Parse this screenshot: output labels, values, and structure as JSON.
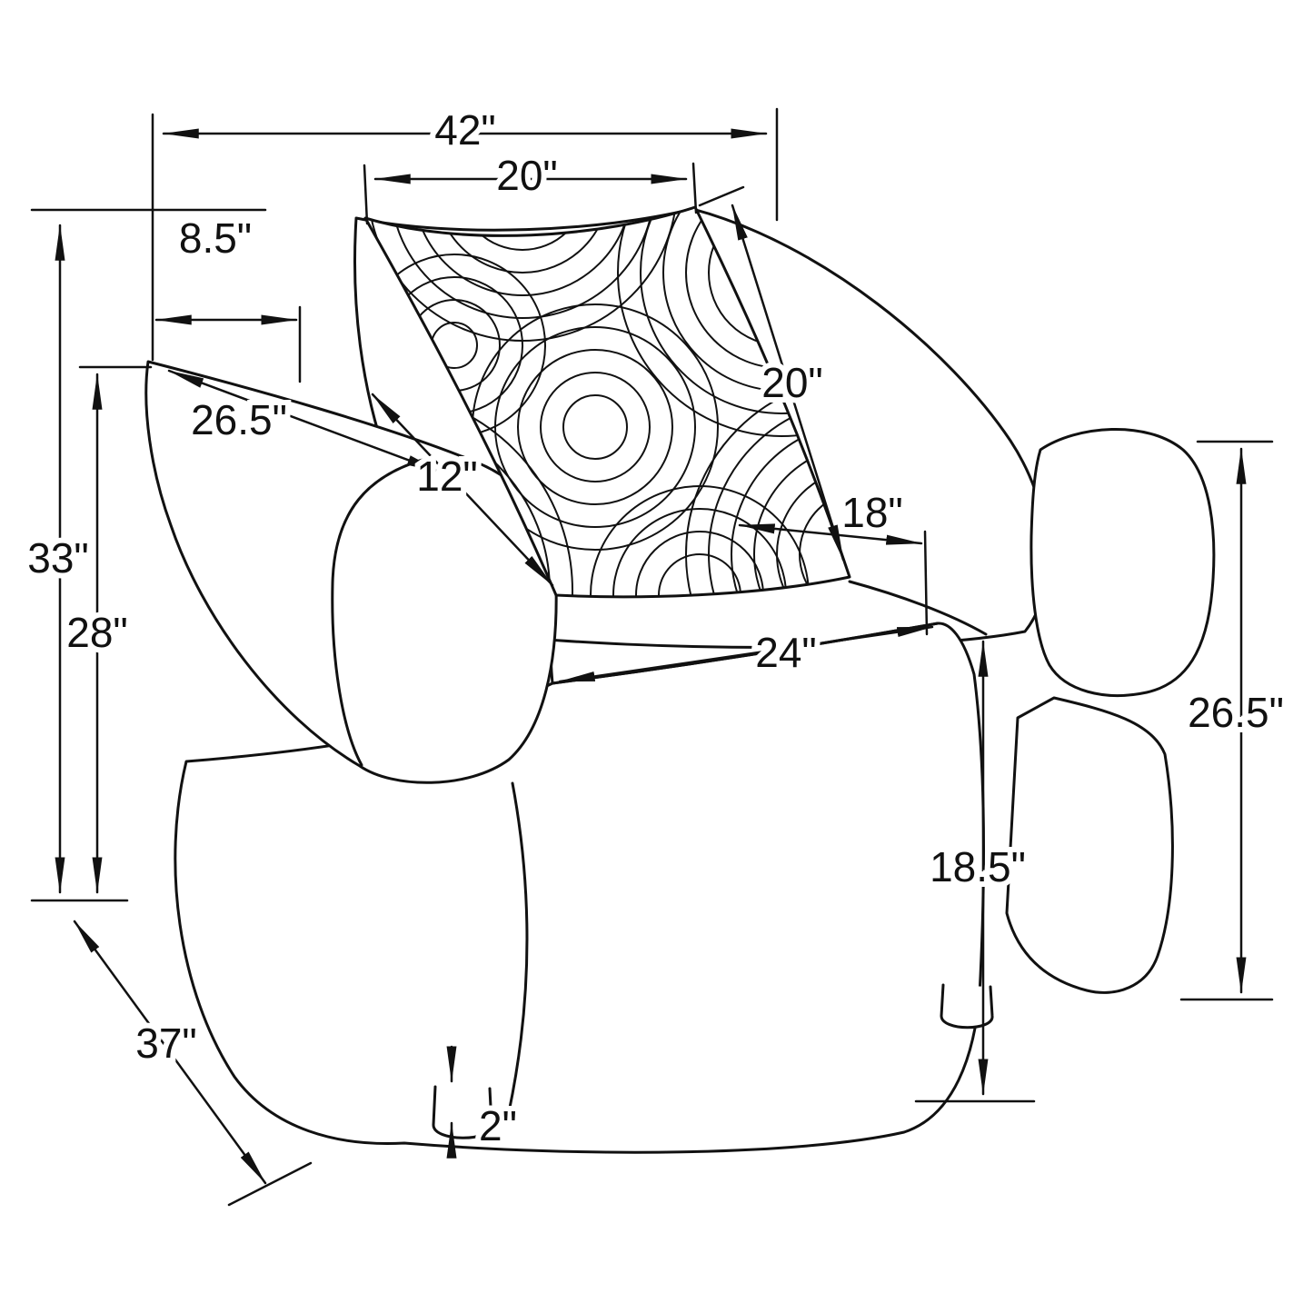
{
  "dimensions": {
    "overall_width": "42\"",
    "pillow_width": "20\"",
    "back_offset": "8.5\"",
    "arm_depth": "26.5\"",
    "back_inner": "12\"",
    "pillow_height": "20\"",
    "seat_depth": "18\"",
    "seat_width": "24\"",
    "overall_height": "33\"",
    "arm_height_left": "28\"",
    "arm_height_right": "26.5\"",
    "seat_height": "18.5\"",
    "overall_depth": "37\"",
    "leg_height": "2\""
  },
  "colors": {
    "line": "#111111",
    "background": "#ffffff"
  }
}
